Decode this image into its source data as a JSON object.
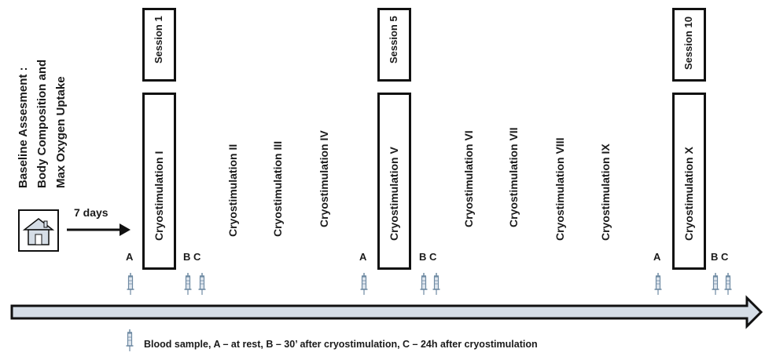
{
  "baseline": {
    "line1": "Baseline Assesment :",
    "line2": "Body Composition  and",
    "line3": "Max Oxygen Uptake"
  },
  "house_icon": "house-icon",
  "interval_label": "7 days",
  "sessions": [
    "Session 1",
    "Session 5",
    "Session 10"
  ],
  "cryostimulations": [
    "Cryostimulation   I",
    "Cryostimulation   II",
    "Cryostimulation   III",
    "Cryostimulation   IV",
    "Cryostimulation   V",
    "Cryostimulation   VI",
    "Cryostimulation   VII",
    "Cryostimulation   VIII",
    "Cryostimulation   IX",
    "Cryostimulation   X"
  ],
  "sample_markers": {
    "a": "A",
    "bc": "B C"
  },
  "syringe_icon": "syringe-icon",
  "legend": {
    "text": "Blood sample,   A – at rest,   B – 30’ after cryostimulation,   C – 24h after cryostimulation"
  },
  "colors": {
    "timeline_fill": "#d5dde6",
    "outline": "#111111",
    "syringe": "#6f8aa3"
  }
}
